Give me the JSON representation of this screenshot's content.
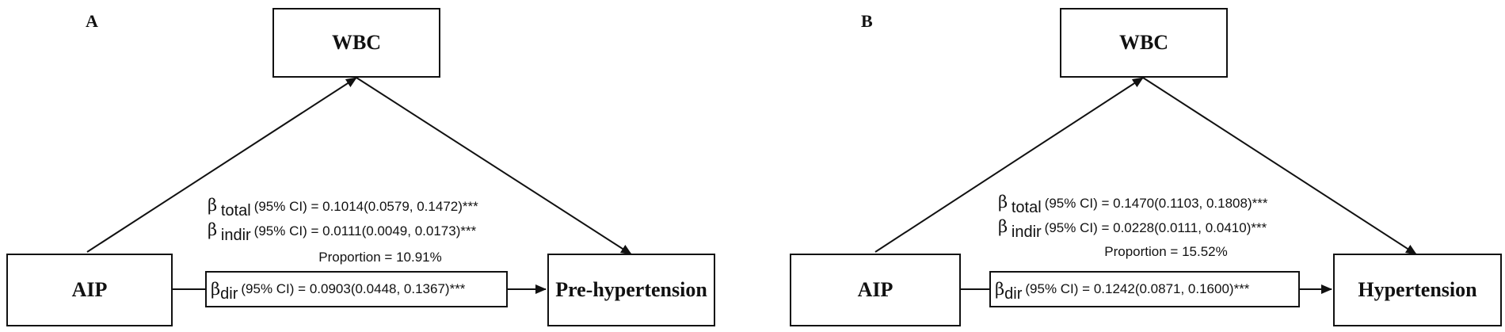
{
  "panels": [
    {
      "letter": "A",
      "mediator": "WBC",
      "exposure": "AIP",
      "outcome": "Pre-hypertension",
      "beta_symbol": "β",
      "total": {
        "sub": "total",
        "text": "(95% CI) = 0.1014(0.0579, 0.1472)***"
      },
      "indir": {
        "sub": "indir",
        "text": "(95% CI) = 0.0111(0.0049, 0.0173)***"
      },
      "proportion": "Proportion = 10.91%",
      "dir": {
        "sub": "dir",
        "text": "(95% CI) = 0.0903(0.0448, 0.1367)***"
      }
    },
    {
      "letter": "B",
      "mediator": "WBC",
      "exposure": "AIP",
      "outcome": "Hypertension",
      "beta_symbol": "β",
      "total": {
        "sub": "total",
        "text": "(95% CI) = 0.1470(0.1103, 0.1808)***"
      },
      "indir": {
        "sub": "indir",
        "text": "(95% CI) =  0.0228(0.0111, 0.0410)***"
      },
      "proportion": "Proportion = 15.52%",
      "dir": {
        "sub": "dir",
        "text": "(95% CI) =  0.1242(0.0871, 0.1600)***"
      }
    }
  ]
}
